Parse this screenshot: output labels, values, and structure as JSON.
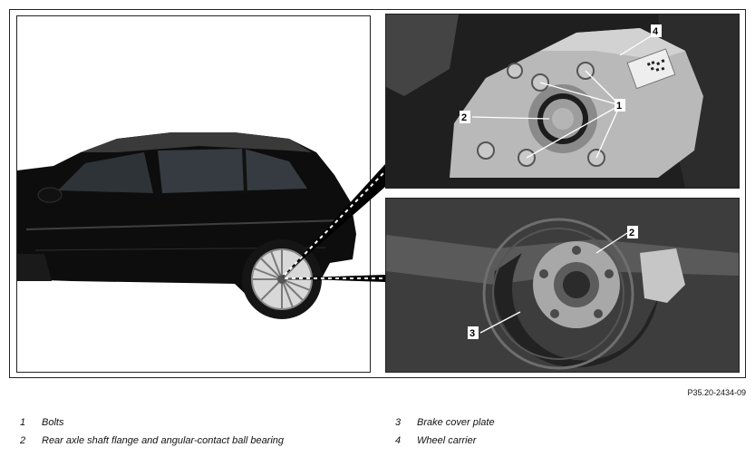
{
  "figure": {
    "id": "P35.20-2434-09",
    "callouts": {
      "top": [
        "1",
        "2",
        "4"
      ],
      "bottom": [
        "2",
        "3"
      ]
    }
  },
  "legend": [
    {
      "number": "1",
      "text": "Bolts"
    },
    {
      "number": "2",
      "text": "Rear axle shaft flange and angular-contact ball bearing"
    },
    {
      "number": "3",
      "text": "Brake cover plate"
    },
    {
      "number": "4",
      "text": "Wheel carrier"
    }
  ]
}
